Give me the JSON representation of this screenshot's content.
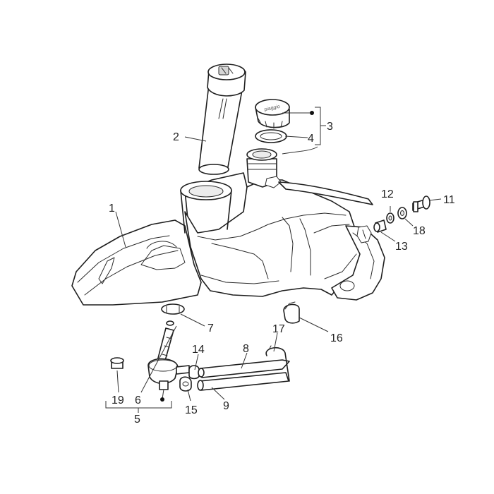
{
  "callouts": [
    {
      "id": "c1",
      "text": "1"
    },
    {
      "id": "c2",
      "text": "2"
    },
    {
      "id": "c3",
      "text": "3"
    },
    {
      "id": "c4",
      "text": "4"
    },
    {
      "id": "c5",
      "text": "5"
    },
    {
      "id": "c6",
      "text": "6"
    },
    {
      "id": "c7",
      "text": "7"
    },
    {
      "id": "c8",
      "text": "8"
    },
    {
      "id": "c9",
      "text": "9"
    },
    {
      "id": "c11",
      "text": "11"
    },
    {
      "id": "c12",
      "text": "12"
    },
    {
      "id": "c13",
      "text": "13"
    },
    {
      "id": "c14",
      "text": "14"
    },
    {
      "id": "c15",
      "text": "15"
    },
    {
      "id": "c16",
      "text": "16"
    },
    {
      "id": "c17",
      "text": "17"
    },
    {
      "id": "c18",
      "text": "18"
    },
    {
      "id": "c19",
      "text": "19"
    }
  ],
  "cap_brand_text": "piaggio",
  "colors": {
    "line": "#1e1e1e",
    "background": "#ffffff"
  }
}
